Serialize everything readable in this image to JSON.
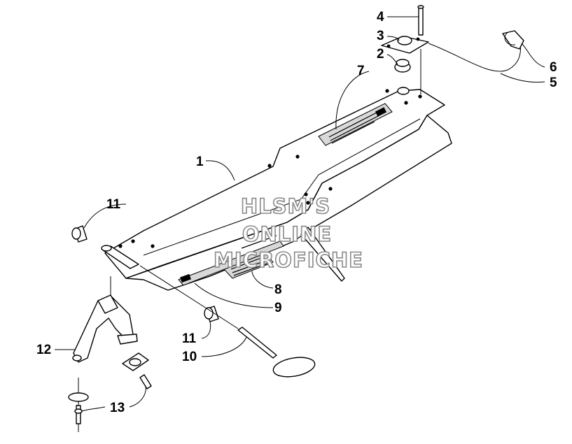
{
  "callouts": {
    "c1": "1",
    "c2": "2",
    "c3": "3",
    "c4": "4",
    "c5": "5",
    "c6": "6",
    "c7": "7",
    "c8": "8",
    "c9": "9",
    "c10": "10",
    "c11a": "11",
    "c11b": "11",
    "c12": "12",
    "c13": "13"
  },
  "watermark": {
    "line1": "HLSM'S",
    "line2": "ONLINE",
    "line3": "MICROFICHE"
  }
}
